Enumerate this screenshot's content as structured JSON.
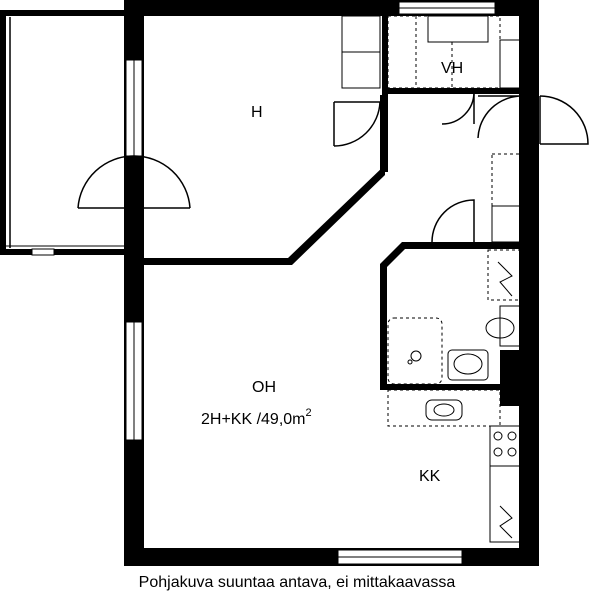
{
  "rooms": {
    "h": "H",
    "vh": "VH",
    "oh": "OH",
    "kk": "KK"
  },
  "summary": {
    "type": "2H+KK /49,0m",
    "superscript": "2"
  },
  "caption": "Pohjakuva suuntaa antava, ei mittakaavassa"
}
